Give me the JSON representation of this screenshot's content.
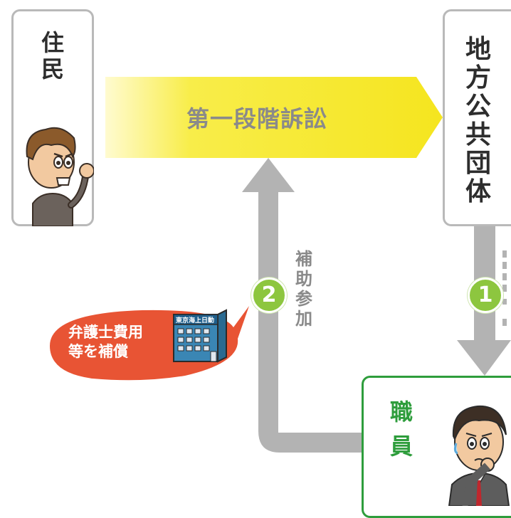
{
  "resident": {
    "label": "住民"
  },
  "local_gov": {
    "label": "地方公共団体"
  },
  "staff": {
    "label": "職員"
  },
  "main_arrow": {
    "label": "第一段階訴訟"
  },
  "step2": {
    "number": "2",
    "label": "補助参加"
  },
  "step1": {
    "number": "1"
  },
  "bubble": {
    "line1": "弁護士費用",
    "line2": "等を補償"
  },
  "building": {
    "sign": "東京海上日動"
  },
  "colors": {
    "arrow_yellow": "#f7e92e",
    "gray_arrow": "#b3b3b3",
    "green": "#8dc63f",
    "staff_border": "#2e9d3c",
    "bubble_red": "#e85434"
  }
}
